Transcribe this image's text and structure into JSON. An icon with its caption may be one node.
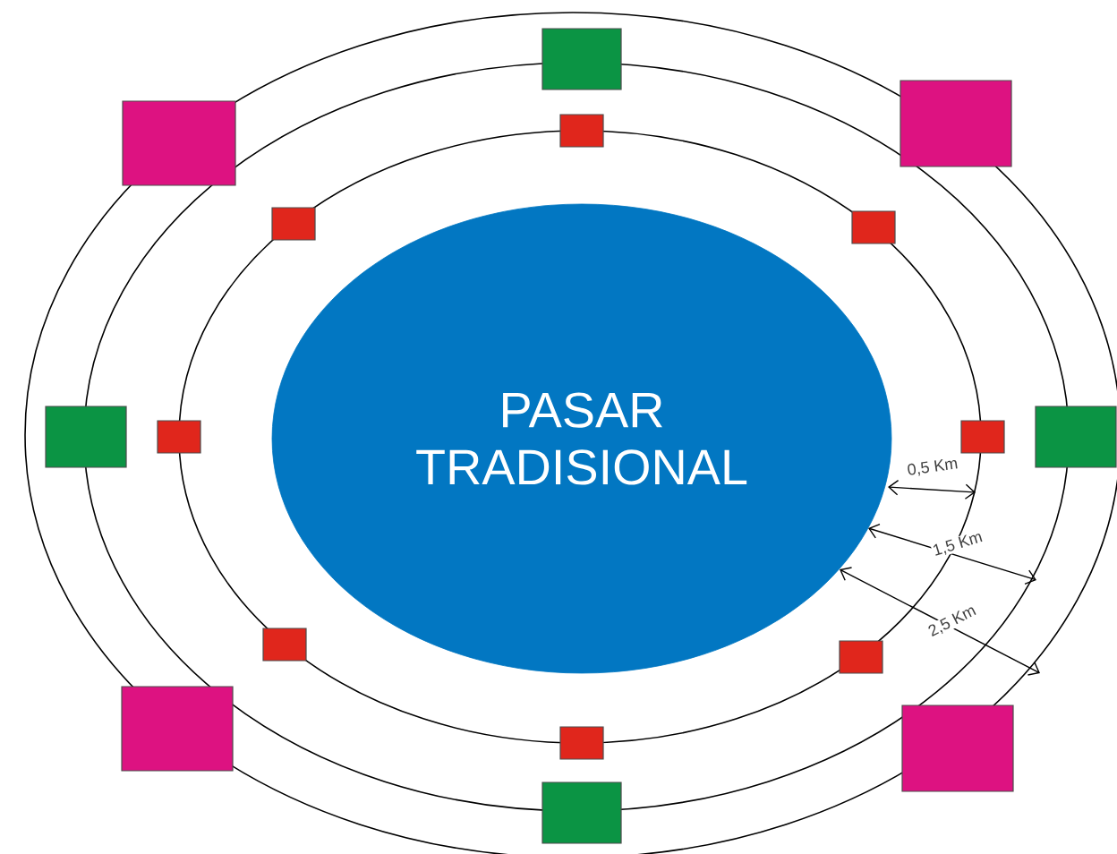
{
  "diagram": {
    "nodes": [
      {
        "text": [
          "PASAR TRADISIONAL"
        ]
      },
      {
        "text": [],
        "shape": "box"
      },
      {
        "text": [],
        "shape": "box"
      },
      {
        "text": [],
        "shape": "box"
      },
      {
        "text": [],
        "shape": "box"
      },
      {
        "text": [],
        "shape": "box"
      },
      {
        "text": [],
        "shape": "box"
      },
      {
        "text": [],
        "shape": "box"
      },
      {
        "text": [],
        "shape": "box"
      },
      {
        "text": [],
        "shape": "box"
      },
      {
        "text": [],
        "shape": "box"
      },
      {
        "text": [],
        "shape": "box"
      },
      {
        "text": [],
        "shape": "box"
      },
      {
        "text": [],
        "shape": "box"
      },
      {
        "text": [],
        "shape": "box"
      },
      {
        "text": [],
        "shape": "box"
      },
      {
        "text": [],
        "shape": "box"
      }
    ],
    "labels": [
      "0,5 Km",
      "1,5 Km",
      "2,5 Km"
    ]
  }
}
